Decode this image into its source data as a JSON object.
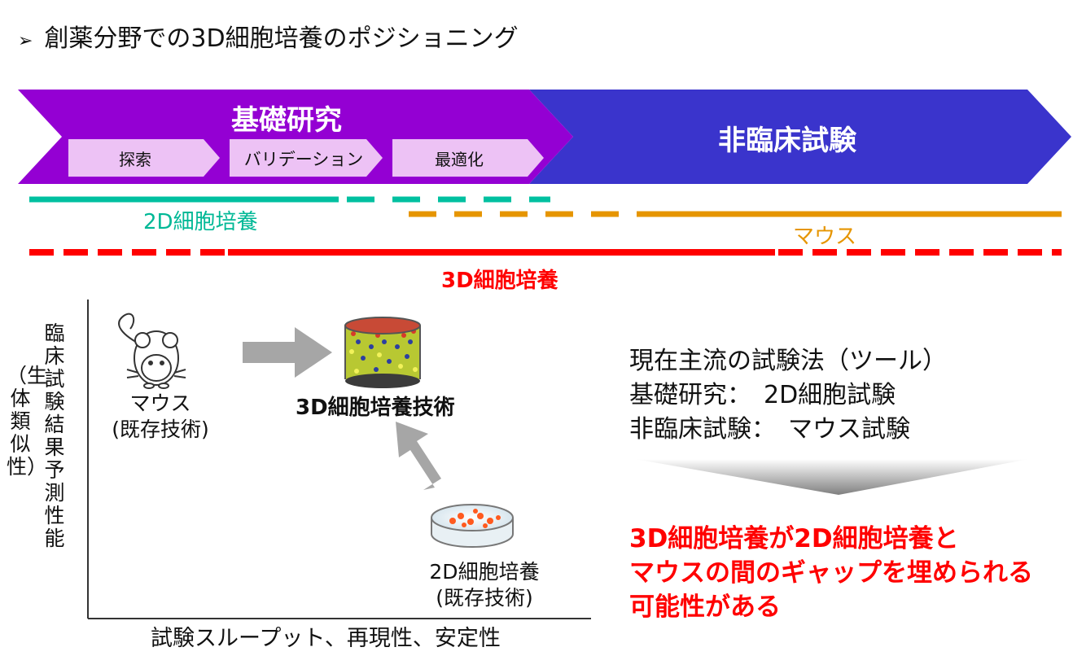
{
  "title": {
    "bullet": "➢",
    "text": "創薬分野での3D細胞培養のポジショニング"
  },
  "phases": [
    {
      "label": "基礎研究",
      "color": "#9400d3"
    },
    {
      "label": "非臨床試験",
      "color": "#3a34cc"
    }
  ],
  "stages": [
    "探索",
    "バリデーション",
    "最適化"
  ],
  "lines": {
    "cell_2d": {
      "label": "2D細胞培養",
      "color": "#00c0a0"
    },
    "mouse": {
      "label": "マウス",
      "color": "#e69500"
    },
    "cell_3d": {
      "label": "3D細胞培養",
      "color": "#ff0000"
    }
  },
  "axes": {
    "y_label": "臨床試験結果予測性能",
    "y_sub": "（生体類似性）",
    "x_label": "試験スループット、再現性、安定性"
  },
  "items": {
    "mouse": {
      "line1": "マウス",
      "line2": "(既存技術)"
    },
    "tech_3d": "3D細胞培養技術",
    "cell_2d": {
      "line1": "2D細胞培養",
      "line2": "(既存技術)"
    }
  },
  "info": {
    "heading": "現在主流の試験法（ツール）",
    "row1": "基礎研究：　2D細胞試験",
    "row2": "非臨床試験：　マウス試験"
  },
  "conclusion": {
    "line1": "3D細胞培養が2D細胞培養と",
    "line2": "マウスの間のギャップを埋められる",
    "line3": "可能性がある"
  }
}
